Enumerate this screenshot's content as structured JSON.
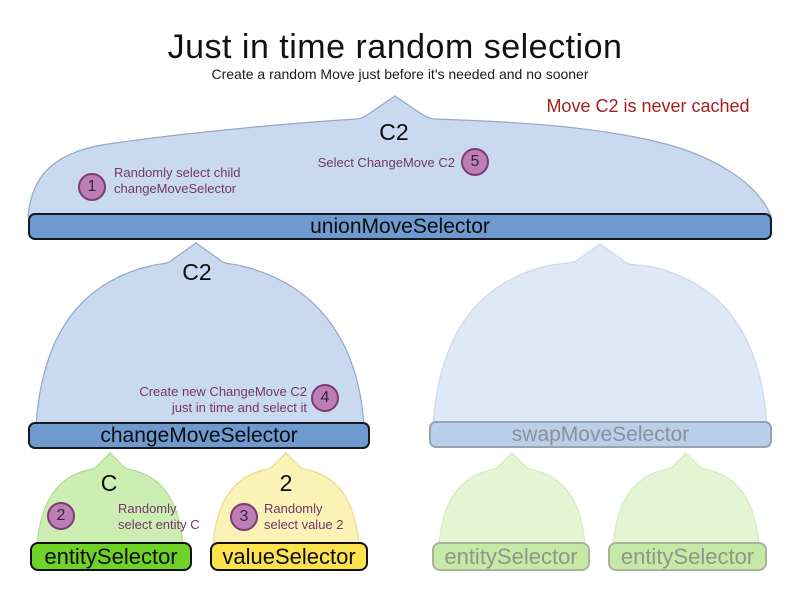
{
  "header": {
    "title": "Just in time random selection",
    "subtitle": "Create a random Move just before it's needed and no sooner",
    "annotation": "Move C2 is never cached"
  },
  "colors": {
    "annotation_red": "#a81d1d",
    "selector_bar_blue": "#6e9ad0",
    "dome_blue": "#c9daf0",
    "dome_blue_faded": "#dfe8f6",
    "entity_green": "#6fd327",
    "value_yellow": "#fce24d",
    "dome_green": "#cdeeb2",
    "dome_yellow": "#fbf2b5",
    "badge_purple": "#bd7eb5",
    "step_text_purple": "#73356b"
  },
  "selectors": {
    "union": {
      "label": "unionMoveSelector"
    },
    "change": {
      "label": "changeMoveSelector"
    },
    "swap": {
      "label": "swapMoveSelector"
    },
    "entity": {
      "label": "entitySelector"
    },
    "value": {
      "label": "valueSelector"
    },
    "faded_entity_1": {
      "label": "entitySelector"
    },
    "faded_entity_2": {
      "label": "entitySelector"
    }
  },
  "flow_labels": {
    "move_out_top": "C2",
    "move_out_mid": "C2",
    "entity_out": "C",
    "value_out": "2"
  },
  "steps": [
    {
      "num": "1",
      "text": "Randomly select child\nchangeMoveSelector"
    },
    {
      "num": "2",
      "text": "Randomly\nselect entity C"
    },
    {
      "num": "3",
      "text": "Randomly\nselect value 2"
    },
    {
      "num": "4",
      "text": "Create new ChangeMove C2\njust in time and select it"
    },
    {
      "num": "5",
      "text": "Select ChangeMove C2"
    }
  ]
}
